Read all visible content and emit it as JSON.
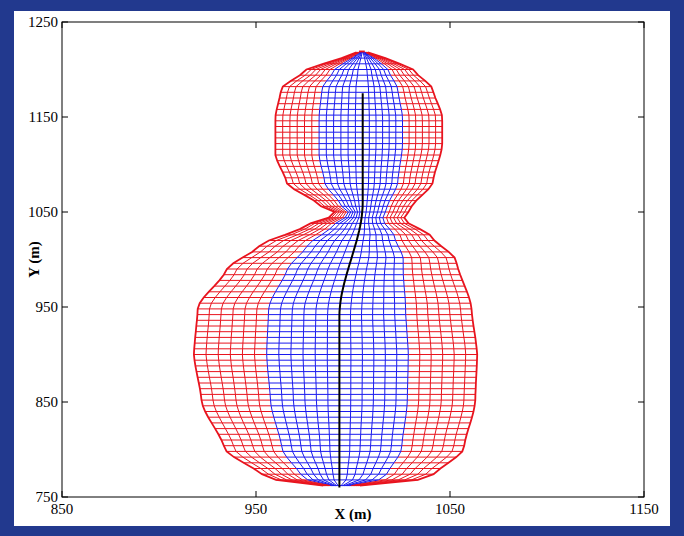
{
  "diagram": {
    "labels": [
      "1250",
      "1150",
      "1050",
      "950",
      "850",
      "750",
      "850",
      "950",
      "1050",
      "1150",
      "Y (m)",
      "X (m)"
    ]
  }
}
